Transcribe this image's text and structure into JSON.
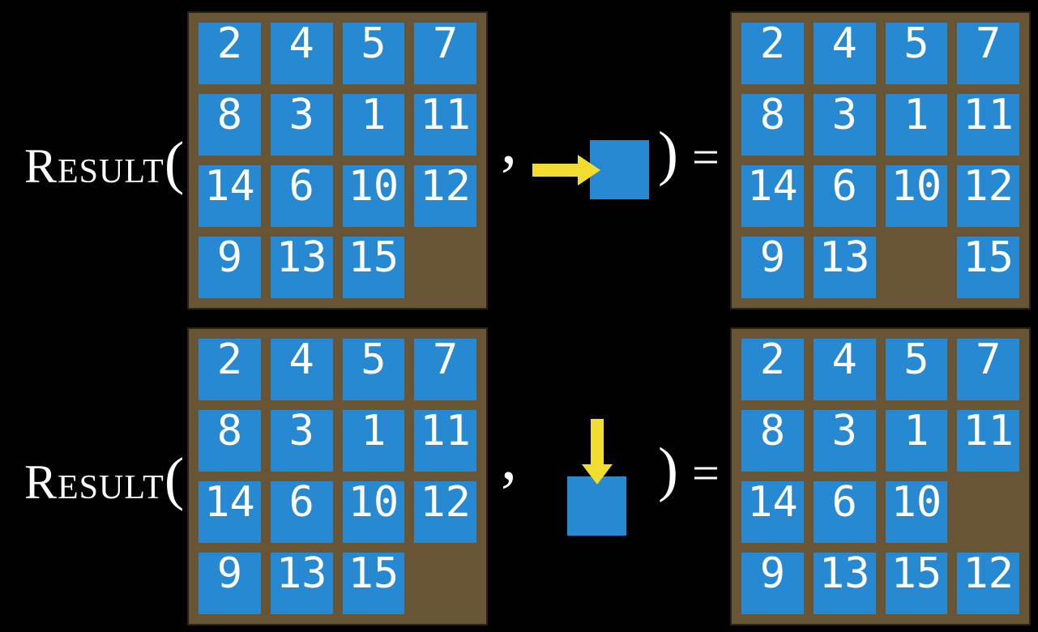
{
  "slide": {
    "colors": {
      "background": "#000000",
      "text_white": "#ffffff",
      "board_brown": "#675535",
      "board_border": "#2a2314",
      "tile_blue": "#2789d1",
      "tile_text": "#ffffff",
      "arrow_yellow": "#f1dd2f"
    },
    "expression": {
      "function_name": "Result",
      "open_paren": "(",
      "comma": ",",
      "close_paren": ")",
      "equals": "="
    },
    "examples": [
      {
        "name": "move-right-example",
        "action": {
          "icon": "right-arrow-icon",
          "direction": "right"
        },
        "before_board": {
          "tiles": [
            [
              "2",
              "4",
              "5",
              "7"
            ],
            [
              "8",
              "3",
              "1",
              "11"
            ],
            [
              "14",
              "6",
              "10",
              "12"
            ],
            [
              "9",
              "13",
              "15",
              ""
            ]
          ]
        },
        "after_board": {
          "tiles": [
            [
              "2",
              "4",
              "5",
              "7"
            ],
            [
              "8",
              "3",
              "1",
              "11"
            ],
            [
              "14",
              "6",
              "10",
              "12"
            ],
            [
              "9",
              "13",
              "",
              "15"
            ]
          ]
        }
      },
      {
        "name": "move-down-example",
        "action": {
          "icon": "down-arrow-icon",
          "direction": "down"
        },
        "before_board": {
          "tiles": [
            [
              "2",
              "4",
              "5",
              "7"
            ],
            [
              "8",
              "3",
              "1",
              "11"
            ],
            [
              "14",
              "6",
              "10",
              "12"
            ],
            [
              "9",
              "13",
              "15",
              ""
            ]
          ]
        },
        "after_board": {
          "tiles": [
            [
              "2",
              "4",
              "5",
              "7"
            ],
            [
              "8",
              "3",
              "1",
              "11"
            ],
            [
              "14",
              "6",
              "10",
              ""
            ],
            [
              "9",
              "13",
              "15",
              "12"
            ]
          ]
        }
      }
    ]
  }
}
